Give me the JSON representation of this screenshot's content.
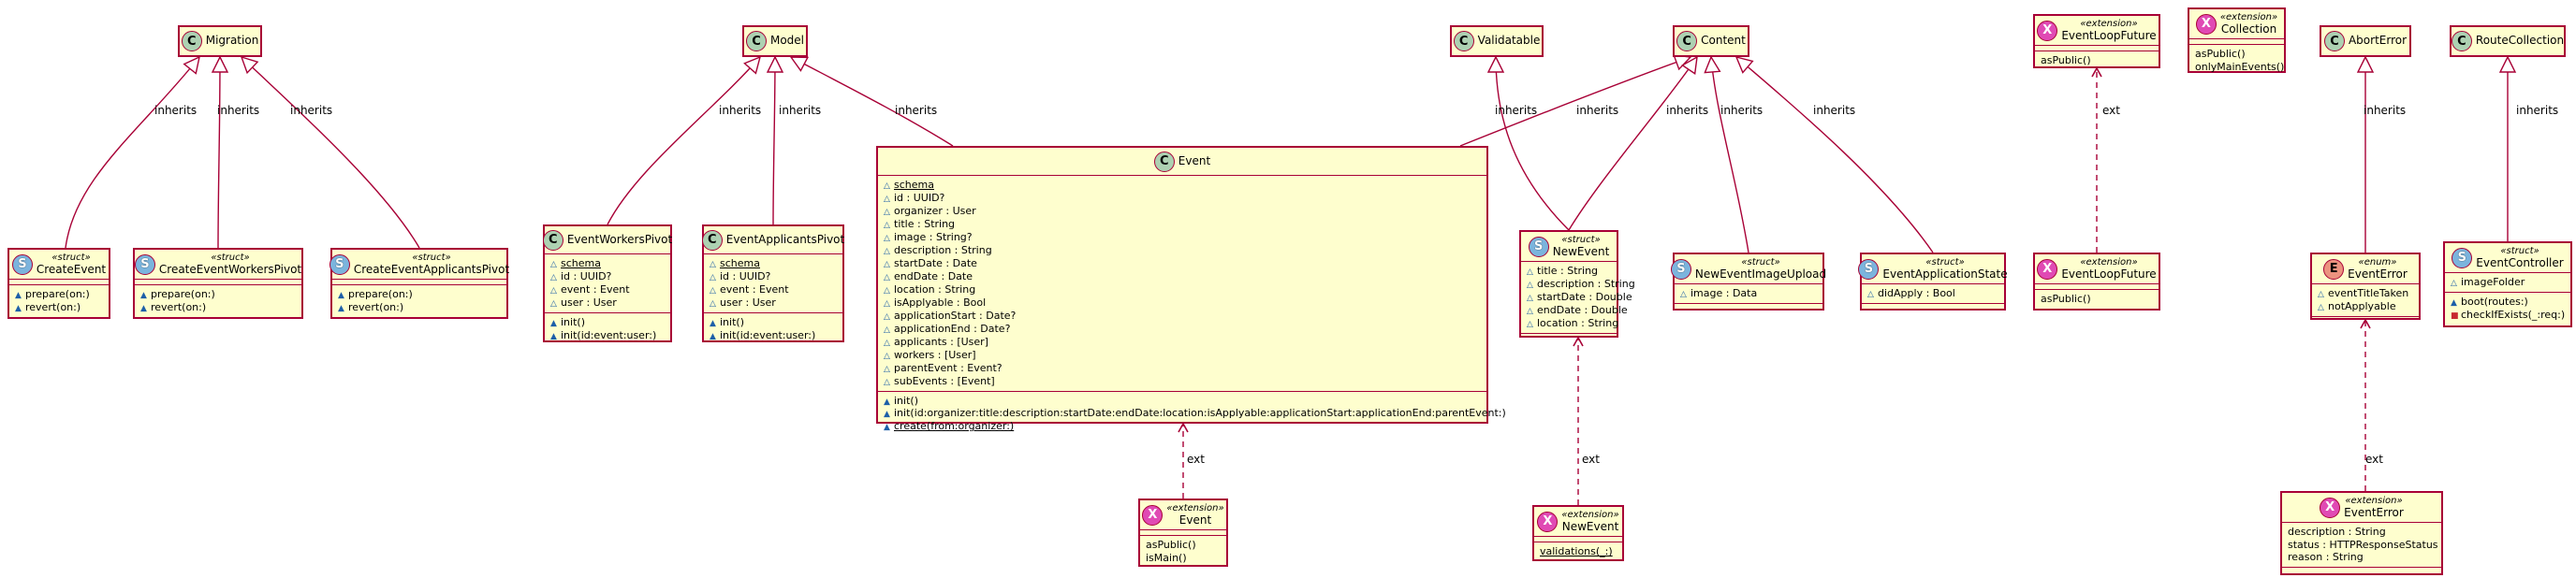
{
  "classes": {
    "migration": {
      "kind": "C",
      "stereotype": "",
      "name": "Migration",
      "sections": []
    },
    "model": {
      "kind": "C",
      "stereotype": "",
      "name": "Model",
      "sections": []
    },
    "validatable": {
      "kind": "C",
      "stereotype": "",
      "name": "Validatable",
      "sections": []
    },
    "content": {
      "kind": "C",
      "stereotype": "",
      "name": "Content",
      "sections": []
    },
    "elf_ext": {
      "kind": "X",
      "stereotype": "«extension»",
      "name": "EventLoopFuture",
      "sections": [
        [],
        [
          {
            "v": "",
            "t": "asPublic()",
            "s": false
          }
        ]
      ]
    },
    "collection_ext": {
      "kind": "X",
      "stereotype": "«extension»",
      "name": "Collection",
      "sections": [
        [],
        [
          {
            "v": "",
            "t": "asPublic()",
            "s": false
          },
          {
            "v": "",
            "t": "onlyMainEvents()",
            "s": false
          }
        ]
      ]
    },
    "aborterror": {
      "kind": "C",
      "stereotype": "",
      "name": "AbortError",
      "sections": []
    },
    "routecollection": {
      "kind": "C",
      "stereotype": "",
      "name": "RouteCollection",
      "sections": []
    },
    "createevent": {
      "kind": "S",
      "stereotype": "«struct»",
      "name": "CreateEvent",
      "sections": [
        [],
        [
          {
            "v": "m",
            "t": "prepare(on:)",
            "s": false
          },
          {
            "v": "m",
            "t": "revert(on:)",
            "s": false
          }
        ]
      ]
    },
    "createeventworkerspivot": {
      "kind": "S",
      "stereotype": "«struct»",
      "name": "CreateEventWorkersPivot",
      "sections": [
        [],
        [
          {
            "v": "m",
            "t": "prepare(on:)",
            "s": false
          },
          {
            "v": "m",
            "t": "revert(on:)",
            "s": false
          }
        ]
      ]
    },
    "createeventapplicantspivot": {
      "kind": "S",
      "stereotype": "«struct»",
      "name": "CreateEventApplicantsPivot",
      "sections": [
        [],
        [
          {
            "v": "m",
            "t": "prepare(on:)",
            "s": false
          },
          {
            "v": "m",
            "t": "revert(on:)",
            "s": false
          }
        ]
      ]
    },
    "eventworkerspivot": {
      "kind": "C",
      "stereotype": "",
      "name": "EventWorkersPivot",
      "sections": [
        [
          {
            "v": "f",
            "t": "schema",
            "s": true
          },
          {
            "v": "f",
            "t": "id : UUID?",
            "s": false
          },
          {
            "v": "f",
            "t": "event : Event",
            "s": false
          },
          {
            "v": "f",
            "t": "user : User",
            "s": false
          }
        ],
        [
          {
            "v": "m",
            "t": "init()",
            "s": false
          },
          {
            "v": "m",
            "t": "init(id:event:user:)",
            "s": false
          }
        ]
      ]
    },
    "eventapplicantspivot": {
      "kind": "C",
      "stereotype": "",
      "name": "EventApplicantsPivot",
      "sections": [
        [
          {
            "v": "f",
            "t": "schema",
            "s": true
          },
          {
            "v": "f",
            "t": "id : UUID?",
            "s": false
          },
          {
            "v": "f",
            "t": "event : Event",
            "s": false
          },
          {
            "v": "f",
            "t": "user : User",
            "s": false
          }
        ],
        [
          {
            "v": "m",
            "t": "init()",
            "s": false
          },
          {
            "v": "m",
            "t": "init(id:event:user:)",
            "s": false
          }
        ]
      ]
    },
    "event": {
      "kind": "C",
      "stereotype": "",
      "name": "Event",
      "sections": [
        [
          {
            "v": "f",
            "t": "schema",
            "s": true
          },
          {
            "v": "f",
            "t": "id : UUID?",
            "s": false
          },
          {
            "v": "f",
            "t": "organizer : User",
            "s": false
          },
          {
            "v": "f",
            "t": "title : String",
            "s": false
          },
          {
            "v": "f",
            "t": "image : String?",
            "s": false
          },
          {
            "v": "f",
            "t": "description : String",
            "s": false
          },
          {
            "v": "f",
            "t": "startDate : Date",
            "s": false
          },
          {
            "v": "f",
            "t": "endDate : Date",
            "s": false
          },
          {
            "v": "f",
            "t": "location : String",
            "s": false
          },
          {
            "v": "f",
            "t": "isApplyable : Bool",
            "s": false
          },
          {
            "v": "f",
            "t": "applicationStart : Date?",
            "s": false
          },
          {
            "v": "f",
            "t": "applicationEnd : Date?",
            "s": false
          },
          {
            "v": "f",
            "t": "applicants : [User]",
            "s": false
          },
          {
            "v": "f",
            "t": "workers : [User]",
            "s": false
          },
          {
            "v": "f",
            "t": "parentEvent : Event?",
            "s": false
          },
          {
            "v": "f",
            "t": "subEvents : [Event]",
            "s": false
          }
        ],
        [
          {
            "v": "m",
            "t": "init()",
            "s": false
          },
          {
            "v": "m",
            "t": "init(id:organizer:title:description:startDate:endDate:location:isApplyable:applicationStart:applicationEnd:parentEvent:)",
            "s": false
          },
          {
            "v": "m",
            "t": "create(from:organizer:)",
            "s": true
          }
        ]
      ]
    },
    "newevent": {
      "kind": "S",
      "stereotype": "«struct»",
      "name": "NewEvent",
      "sections": [
        [
          {
            "v": "f",
            "t": "title : String",
            "s": false
          },
          {
            "v": "f",
            "t": "description : String",
            "s": false
          },
          {
            "v": "f",
            "t": "startDate : Double",
            "s": false
          },
          {
            "v": "f",
            "t": "endDate : Double",
            "s": false
          },
          {
            "v": "f",
            "t": "location : String",
            "s": false
          }
        ],
        []
      ]
    },
    "neweventimageupload": {
      "kind": "S",
      "stereotype": "«struct»",
      "name": "NewEventImageUpload",
      "sections": [
        [
          {
            "v": "f",
            "t": "image : Data",
            "s": false
          }
        ],
        []
      ]
    },
    "eventapplicationstate": {
      "kind": "S",
      "stereotype": "«struct»",
      "name": "EventApplicationState",
      "sections": [
        [
          {
            "v": "f",
            "t": "didApply : Bool",
            "s": false
          }
        ],
        []
      ]
    },
    "elf_ext2": {
      "kind": "X",
      "stereotype": "«extension»",
      "name": "EventLoopFuture",
      "sections": [
        [],
        [
          {
            "v": "",
            "t": "asPublic()",
            "s": false
          }
        ]
      ]
    },
    "eventerror": {
      "kind": "E",
      "stereotype": "«enum»",
      "name": "EventError",
      "sections": [
        [
          {
            "v": "f",
            "t": "eventTitleTaken",
            "s": false
          },
          {
            "v": "f",
            "t": "notApplyable",
            "s": false
          }
        ],
        []
      ]
    },
    "eventcontroller": {
      "kind": "S",
      "stereotype": "«struct»",
      "name": "EventController",
      "sections": [
        [
          {
            "v": "f",
            "t": "imageFolder",
            "s": false
          }
        ],
        [
          {
            "v": "m",
            "t": "boot(routes:)",
            "s": false
          },
          {
            "v": "p",
            "t": "checkIfExists(_:req:)",
            "s": false
          }
        ]
      ]
    },
    "event_ext": {
      "kind": "X",
      "stereotype": "«extension»",
      "name": "Event",
      "sections": [
        [],
        [
          {
            "v": "",
            "t": "asPublic()",
            "s": false
          },
          {
            "v": "",
            "t": "isMain()",
            "s": false
          }
        ]
      ]
    },
    "newevent_ext": {
      "kind": "X",
      "stereotype": "«extension»",
      "name": "NewEvent",
      "sections": [
        [],
        [
          {
            "v": "",
            "t": "validations(_:)",
            "s": true
          }
        ]
      ]
    },
    "eventerror_ext": {
      "kind": "X",
      "stereotype": "«extension»",
      "name": "EventError",
      "sections": [
        [
          {
            "v": "",
            "t": "description : String",
            "s": false
          },
          {
            "v": "",
            "t": "status : HTTPResponseStatus",
            "s": false
          },
          {
            "v": "",
            "t": "reason : String",
            "s": false
          }
        ],
        []
      ]
    }
  },
  "labels": {
    "inherits": "inherits",
    "ext": "ext"
  },
  "colors": {
    "box_fill": "#fefece",
    "border": "#a80036",
    "class_circle": "#add1b2",
    "struct_circle": "#7bb4dd",
    "extension_circle": "#e04ab4",
    "enum_circle": "#eb937f"
  }
}
